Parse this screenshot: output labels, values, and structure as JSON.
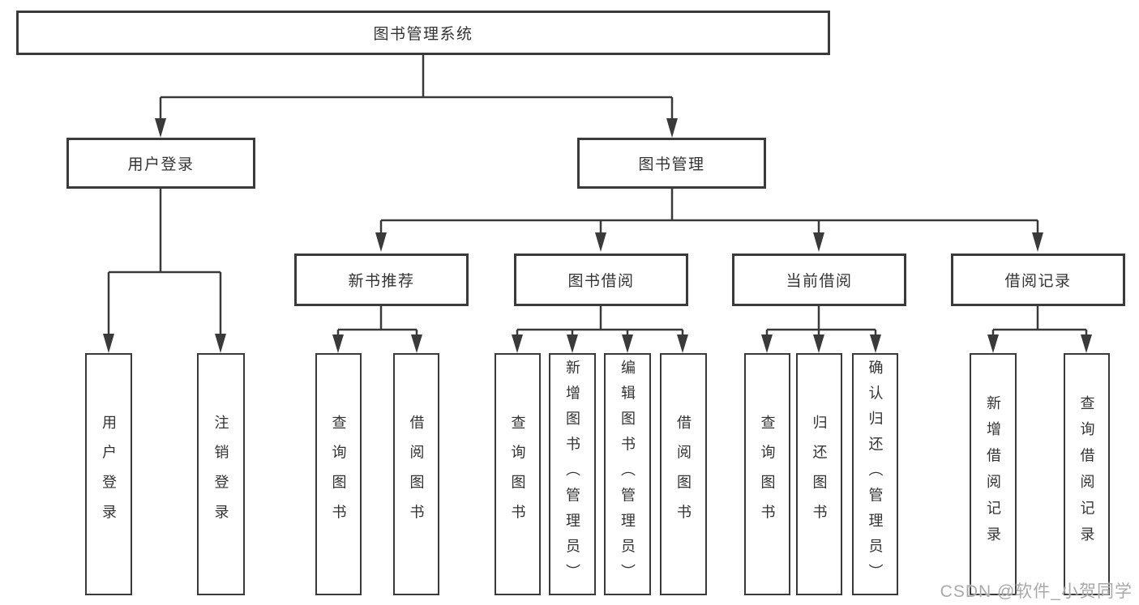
{
  "diagram": {
    "root": {
      "label": "图书管理系统"
    },
    "level2": [
      {
        "label": "用户登录"
      },
      {
        "label": "图书管理"
      }
    ],
    "level3": [
      {
        "label": "新书推荐"
      },
      {
        "label": "图书借阅"
      },
      {
        "label": "当前借阅"
      },
      {
        "label": "借阅记录"
      }
    ],
    "leaves": {
      "user_login": [
        "用户登录",
        "注销登录"
      ],
      "new_book_recommend": [
        "查询图书",
        "借阅图书"
      ],
      "book_borrow": [
        "查询图书",
        "新增图书（管理员）",
        "编辑图书（管理员）",
        "借阅图书"
      ],
      "current_borrow": [
        "查询图书",
        "归还图书",
        "确认归还（管理员）"
      ],
      "borrow_records": [
        "新增借阅记录",
        "查询借阅记录"
      ]
    }
  },
  "watermark": {
    "text": "CSDN @软件_小贺同学"
  },
  "colors": {
    "line": "#3a3a3a",
    "text": "#333333",
    "background": "#ffffff",
    "watermark": "#a9a9a9"
  }
}
